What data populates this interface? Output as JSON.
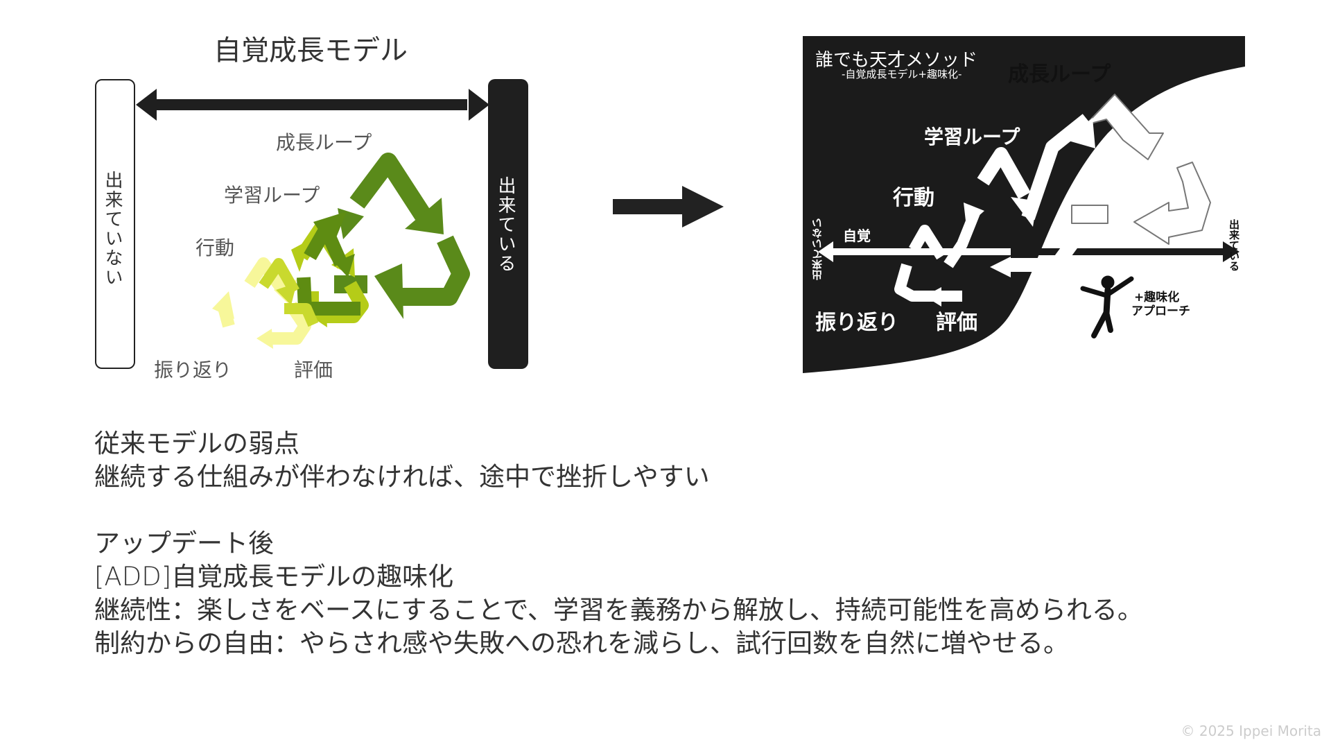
{
  "left_diagram": {
    "title": "自覚成長モデル",
    "bar_left_label": "出来ていない",
    "bar_right_label": "出来ている",
    "labels": {
      "growth_loop": "成長ループ",
      "learning_loop": "学習ループ",
      "action": "行動",
      "reflection": "振り返り",
      "evaluation": "評価"
    },
    "colors": {
      "growth": "#5a8a1a",
      "learning": "#b5cc18",
      "action": "#f7f79a"
    }
  },
  "right_diagram": {
    "title": "誰でも天才メソッド",
    "subtitle": "-自覚成長モデル+趣味化-",
    "growth_loop": "成長ループ",
    "learning_loop": "学習ループ",
    "action": "行動",
    "awareness": "自覚",
    "reflection": "振り返り",
    "evaluation": "評価",
    "axis_left": "出来ていない",
    "axis_right": "出来ている",
    "hobby_approach_1": "+趣味化",
    "hobby_approach_2": "アプローチ"
  },
  "body": {
    "line1": "従来モデルの弱点",
    "line2": "継続する仕組みが伴わなければ、途中で挫折しやすい",
    "line3": "",
    "line4": "アップデート後",
    "line5": "[ADD]自覚成長モデルの趣味化",
    "line6": "継続性：楽しさをベースにすることで、学習を義務から解放し、持続可能性を高められる。",
    "line7": "制約からの自由：やらされ感や失敗への恐れを減らし、試行回数を自然に増やせる。"
  },
  "footer": {
    "copyright": "© 2025 Ippei Morita"
  }
}
